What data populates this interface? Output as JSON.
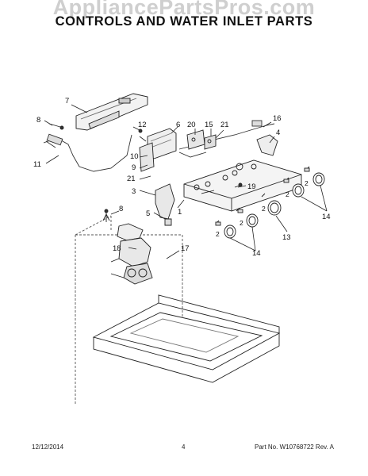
{
  "watermark": "AppliancePartsPros.com",
  "title": "CONTROLS AND WATER INLET PARTS",
  "callouts": {
    "c1": "1",
    "c2": "2",
    "c3": "3",
    "c4": "4",
    "c5": "5",
    "c6": "6",
    "c7": "7",
    "c8": "8",
    "c9": "9",
    "c10": "10",
    "c11": "11",
    "c12": "12",
    "c13": "13",
    "c14": "14",
    "c15": "15",
    "c16": "16",
    "c17": "17",
    "c18": "18",
    "c19": "19",
    "c20": "20",
    "c21": "21"
  },
  "footer": {
    "date": "12/12/2014",
    "page": "4",
    "part": "Part No. W10768722  Rev. A"
  }
}
